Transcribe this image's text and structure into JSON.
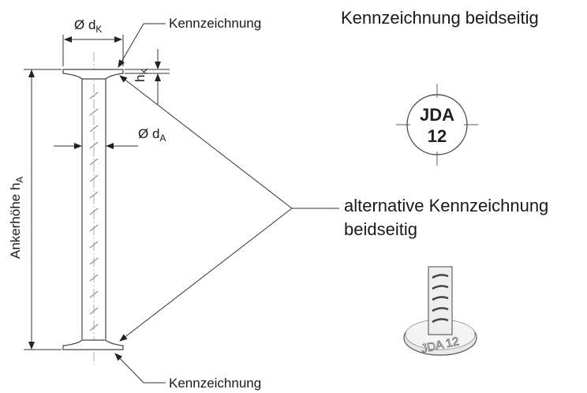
{
  "labels": {
    "marking_top": "Kennzeichnung",
    "marking_bottom": "Kennzeichnung",
    "marking_both_sides": "Kennzeichnung beidseitig",
    "alt_marking_line1": "alternative Kennzeichnung",
    "alt_marking_line2": "beidseitig",
    "dk_symbol": "Ø d",
    "dk_sub": "K",
    "da_symbol": "Ø d",
    "da_sub": "A",
    "hk_symbol": "h",
    "hk_sub": "K",
    "ha_text": "Ankerhöhe h",
    "ha_sub": "A"
  },
  "stamp": {
    "line1": "JDA",
    "line2": "12"
  },
  "alt_stamp": {
    "text": "JDA 12"
  }
}
